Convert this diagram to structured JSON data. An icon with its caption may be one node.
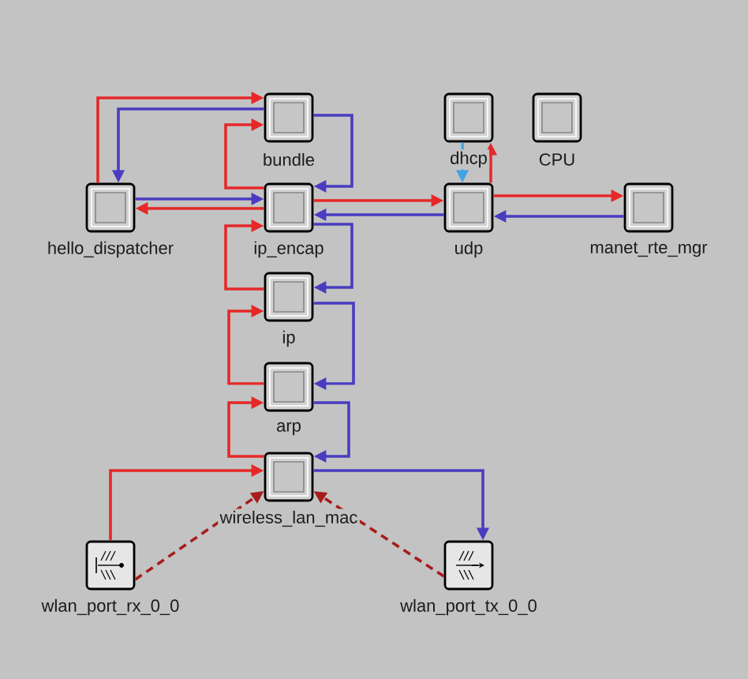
{
  "diagram": {
    "nodes": [
      {
        "text": [
          "bundle"
        ]
      },
      {
        "text": [
          "dhcp"
        ]
      },
      {
        "text": [
          "CPU"
        ]
      },
      {
        "text": [
          "hello_dispatcher"
        ]
      },
      {
        "text": [
          "ip_encap"
        ]
      },
      {
        "text": [
          "udp"
        ]
      },
      {
        "text": [
          "manet_rte_mgr"
        ]
      },
      {
        "text": [
          "ip"
        ]
      },
      {
        "text": [
          "arp"
        ]
      },
      {
        "text": [
          "wireless_lan_mac"
        ]
      },
      {
        "text": [
          "wlan_port_rx_0_0"
        ]
      },
      {
        "text": [
          "wlan_port_tx_0_0"
        ]
      }
    ],
    "edges": [
      {
        "from": 3,
        "to": 0,
        "arrow": "to"
      },
      {
        "from": 0,
        "to": 3,
        "arrow": "to",
        "color": "#4a3cc0"
      },
      {
        "from": 3,
        "to": 4,
        "arrow": "to",
        "color": "#4a3cc0"
      },
      {
        "from": 4,
        "to": 3,
        "arrow": "to"
      },
      {
        "from": 4,
        "to": 0,
        "arrow": "to"
      },
      {
        "from": 0,
        "to": 4,
        "arrow": "to",
        "color": "#4a3cc0"
      },
      {
        "from": 4,
        "to": 5,
        "arrow": "to"
      },
      {
        "from": 5,
        "to": 4,
        "arrow": "to",
        "color": "#4a3cc0"
      },
      {
        "from": 1,
        "to": 5,
        "arrow": "to",
        "color": "#40a4e4"
      },
      {
        "from": 5,
        "to": 1,
        "arrow": "to"
      },
      {
        "from": 5,
        "to": 6,
        "arrow": "to"
      },
      {
        "from": 6,
        "to": 5,
        "arrow": "to",
        "color": "#4a3cc0"
      },
      {
        "from": 7,
        "to": 4,
        "arrow": "to"
      },
      {
        "from": 4,
        "to": 7,
        "arrow": "to",
        "color": "#4a3cc0"
      },
      {
        "from": 8,
        "to": 7,
        "arrow": "to"
      },
      {
        "from": 7,
        "to": 8,
        "arrow": "to",
        "color": "#4a3cc0"
      },
      {
        "from": 9,
        "to": 8,
        "arrow": "to"
      },
      {
        "from": 8,
        "to": 9,
        "arrow": "to",
        "color": "#4a3cc0"
      },
      {
        "from": 10,
        "to": 9,
        "arrow": "to"
      },
      {
        "from": 9,
        "to": 11,
        "arrow": "to",
        "color": "#4a3cc0"
      },
      {
        "from": 10,
        "to": 9,
        "arrow": "to",
        "style": "dashed",
        "color": "#a81c1c"
      },
      {
        "from": 11,
        "to": 9,
        "arrow": "to",
        "style": "dashed",
        "color": "#a81c1c"
      }
    ]
  }
}
